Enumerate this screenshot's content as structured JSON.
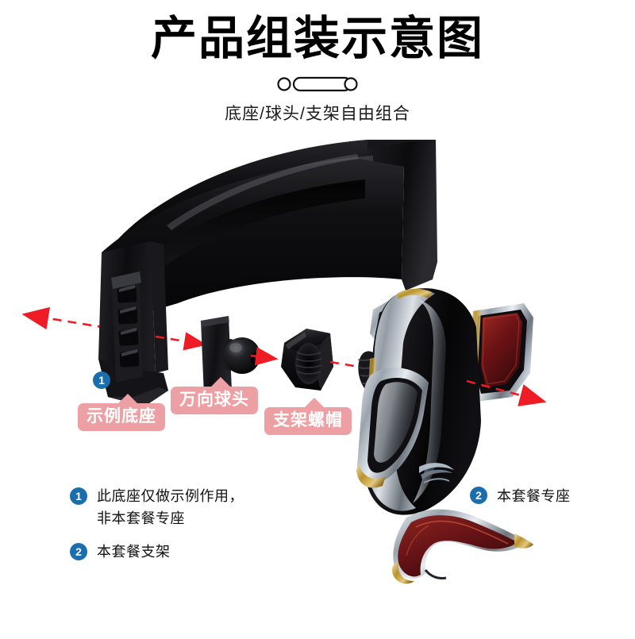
{
  "header": {
    "title": "产品组装示意图",
    "subtitle": "底座/球头/支架自由组合",
    "divider_icon": "pill-divider-icon"
  },
  "colors": {
    "badge_blue": "#1b6eae",
    "callout_pink": "#eda0a4",
    "arrow_red": "#ee1c24",
    "background": "#ffffff",
    "text_dark": "#111111",
    "product_black": "#101014",
    "grip_red": "#7a1619",
    "accent_gold": "#c9a24a",
    "chrome": "#d8dde3"
  },
  "callouts": [
    {
      "id": "base",
      "label": "示例底座"
    },
    {
      "id": "ball-head",
      "label": "万向球头"
    },
    {
      "id": "bracket-nut",
      "label": "支架螺帽"
    }
  ],
  "markers": [
    {
      "id": "marker-base",
      "number": "1"
    },
    {
      "id": "marker-holder",
      "number": "2"
    }
  ],
  "legend": [
    {
      "number": "1",
      "lines": [
        "此底座仅做示例作用，",
        "非本套餐专座"
      ]
    },
    {
      "number": "2",
      "lines": [
        "本套餐支架"
      ]
    }
  ],
  "side_note": {
    "number": "2",
    "label": "本套餐专座"
  },
  "diagram": {
    "axis_label": "assembly-axis",
    "parts": [
      "example-base-bracket",
      "universal-ball-head",
      "bracket-nut",
      "phone-holder"
    ]
  }
}
